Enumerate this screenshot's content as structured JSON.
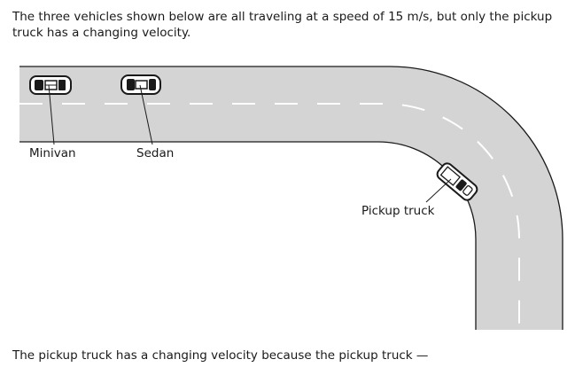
{
  "intro_text": "The three vehicles shown below are all traveling at a speed of 15 m/s, but only the pickup truck has a changing velocity.",
  "figure": {
    "labels": {
      "minivan": "Minivan",
      "sedan": "Sedan",
      "pickup": "Pickup truck"
    },
    "colors": {
      "road": "#d4d4d4",
      "edge": "#1a1a1a",
      "lane_marking": "#ffffff"
    }
  },
  "question_text": "The pickup truck has a changing velocity because the pickup truck —"
}
